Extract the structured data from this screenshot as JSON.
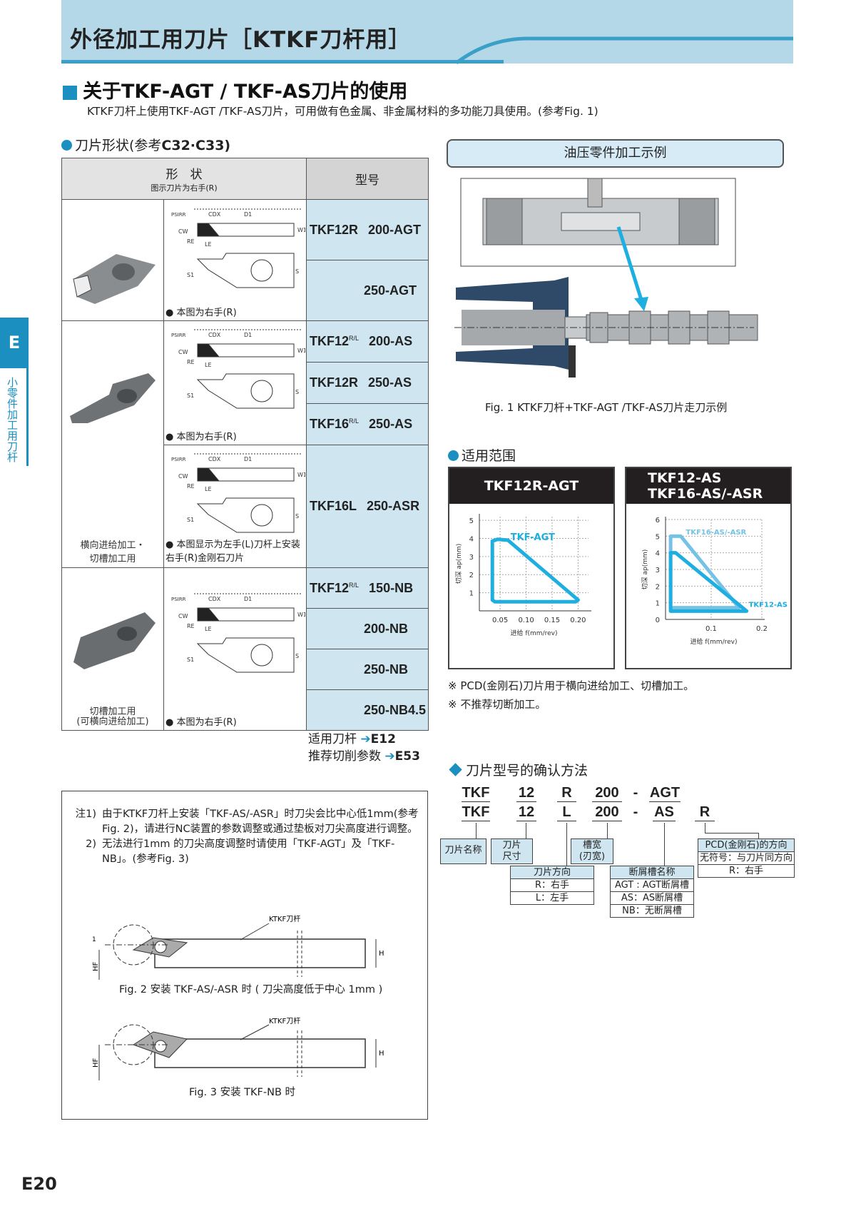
{
  "header": {
    "title": "外径加工用刀片［KTKF刀杆用］"
  },
  "sidebar": {
    "tab": "E",
    "label": "小零件加工用刀杆"
  },
  "section": {
    "title": "关于TKF-AGT / TKF-AS刀片的使用",
    "subtitle": "KTKF刀杆上使用TKF-AGT /TKF-AS刀片，可用做有色金属、非金属材料的多功能刀具使用。(参考Fig. 1)"
  },
  "shape": {
    "heading": "刀片形状(参考",
    "heading_ref": "C32·C33)",
    "col_shape": "形　状",
    "col_shape_note": "图示刀片为右手(R)",
    "col_model": "型号",
    "groups": [
      {
        "photo_caption": "",
        "diagrams": [
          {
            "note": "● 本图为右手(R)"
          }
        ],
        "models": [
          {
            "prefix": "TKF12R",
            "sup": "",
            "code": "200-AGT"
          },
          {
            "prefix": "",
            "sup": "",
            "code": "250-AGT"
          }
        ]
      },
      {
        "photo_caption": "横向进给加工・\n切槽加工用",
        "diagrams": [
          {
            "note": "● 本图为右手(R)"
          },
          {
            "note": "● 本图显示为左手(L)刀杆上安装右手(R)金刚石刀片"
          }
        ],
        "models": [
          {
            "prefix": "TKF12",
            "sup": "R/L",
            "code": "200-AS"
          },
          {
            "prefix": "TKF12R",
            "sup": "",
            "code": "250-AS"
          },
          {
            "prefix": "TKF16",
            "sup": "R/L",
            "code": "250-AS"
          },
          {
            "prefix": "TKF16L",
            "sup": "",
            "code": "250-ASR"
          }
        ]
      },
      {
        "photo_caption": "切槽加工用\n(可横向进给加工)",
        "diagrams": [
          {
            "note": "● 本图为右手(R)"
          }
        ],
        "models": [
          {
            "prefix": "TKF12",
            "sup": "R/L",
            "code": "150-NB"
          },
          {
            "prefix": "",
            "sup": "",
            "code": "200-NB"
          },
          {
            "prefix": "",
            "sup": "",
            "code": "250-NB"
          },
          {
            "prefix": "",
            "sup": "",
            "code": "250-NB4.5"
          }
        ]
      }
    ],
    "dim_labels": {
      "cdx": "CDX",
      "d1": "D1",
      "w1": "W1",
      "cw": "CW",
      "le": "LE",
      "re": "RE",
      "s": "S",
      "s1": "S1",
      "psirr": "PSIRR"
    }
  },
  "refs": [
    {
      "label": "适用刀杆",
      "page": "E12"
    },
    {
      "label": "推荐切削参数",
      "page": "E53"
    }
  ],
  "hydraulic": {
    "title": "油压零件加工示例",
    "caption": "Fig. 1  KTKF刀杆+TKF-AGT /TKF-AS刀片走刀示例"
  },
  "range": {
    "heading": "适用范围",
    "notes": [
      "※ PCD(金刚石)刀片用于横向进给加工、切槽加工。",
      "※ 不推荐切断加工。"
    ]
  },
  "chart_data": [
    {
      "type": "area",
      "title": "TKF12R-AGT",
      "xlabel": "进给 f(mm/rev)",
      "ylabel": "切深 ap(mm)",
      "xlim": [
        0.01,
        0.22
      ],
      "ylim": [
        0,
        5.2
      ],
      "xticks": [
        "0.05",
        "0.10",
        "0.15",
        "0.20"
      ],
      "yticks": [
        "1",
        "2",
        "3",
        "4",
        "5"
      ],
      "grid": true,
      "series": [
        {
          "name": "TKF-AGT",
          "color": "#1eaee0",
          "points": [
            [
              0.035,
              0.6
            ],
            [
              0.035,
              3.85
            ],
            [
              0.045,
              3.95
            ],
            [
              0.065,
              3.9
            ],
            [
              0.2,
              0.6
            ],
            [
              0.195,
              0.5
            ],
            [
              0.04,
              0.5
            ]
          ]
        }
      ]
    },
    {
      "type": "area",
      "title": "TKF12-AS\nTKF16-AS/-ASR",
      "xlabel": "进给 f(mm/rev)",
      "ylabel": "切深 ap(mm)",
      "xlim": [
        0.01,
        0.2
      ],
      "ylim": [
        0,
        6
      ],
      "xticks": [
        "0.1",
        "0.2"
      ],
      "yticks": [
        "0",
        "1",
        "2",
        "3",
        "4",
        "5",
        "6"
      ],
      "grid": true,
      "series": [
        {
          "name": "TKF16-AS/-ASR",
          "color": "#74c2e6",
          "points": [
            [
              0.02,
              0.7
            ],
            [
              0.02,
              5
            ],
            [
              0.04,
              5
            ],
            [
              0.155,
              0.7
            ]
          ]
        },
        {
          "name": "TKF12-AS",
          "color": "#1eaee0",
          "points": [
            [
              0.02,
              0.5
            ],
            [
              0.02,
              4
            ],
            [
              0.03,
              4
            ],
            [
              0.17,
              0.5
            ]
          ]
        }
      ]
    }
  ],
  "decode": {
    "heading": "刀片型号的确认方法",
    "row1": [
      "TKF",
      "12",
      "R",
      "200",
      "-",
      "AGT"
    ],
    "row2": [
      "TKF",
      "12",
      "L",
      "200",
      "-",
      "AS",
      "R"
    ],
    "name": "刀片名称",
    "size": "刀片\n尺寸",
    "width": "槽宽\n(刃宽)",
    "direction": [
      "刀片方向",
      "R：右手",
      "L：左手"
    ],
    "breaker": [
      "断屑槽名称",
      "AGT : AGT断屑槽",
      "AS：AS断屑槽",
      "NB：无断屑槽"
    ],
    "pcd": [
      "PCD(金刚石)的方向",
      "无符号：与刀片同方向",
      "R：右手"
    ]
  },
  "notes": {
    "n1_label": "注1)",
    "n1": "由于KTKF刀杆上安装「TKF-AS/-ASR」时刀尖会比中心低1mm(参考Fig. 2)，请进行NC装置的参数调整或通过垫板对刀尖高度进行调整。",
    "n2_label": "2)",
    "n2": "无法进行1mm 的刀尖高度调整时请使用「TKF-AGT」及「TKF-NB」。(参考Fig. 3)",
    "shank": "KTKF刀杆",
    "hf": "HF",
    "h": "H",
    "one": "1",
    "fig2": "Fig. 2 安装 TKF-AS/-ASR 时 ( 刀尖高度低于中心 1mm )",
    "fig3": "Fig. 3  安装 TKF-NB 时"
  },
  "page_number": "E20"
}
